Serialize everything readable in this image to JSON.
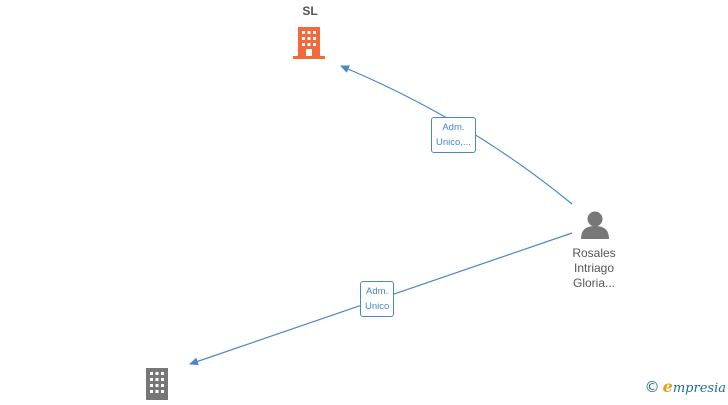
{
  "nodes": {
    "company_top": {
      "label": "SL",
      "color": "#f26a3c",
      "icon": "building-icon"
    },
    "person": {
      "label": [
        "Rosales",
        "Intriago",
        "Gloria..."
      ],
      "color": "#777777",
      "icon": "person-icon"
    },
    "company_bottom": {
      "label": "",
      "color": "#777777",
      "icon": "building-icon"
    }
  },
  "edges": [
    {
      "label": [
        "Adm.",
        "Unico,..."
      ]
    },
    {
      "label": [
        "Adm.",
        "Unico"
      ]
    }
  ],
  "colors": {
    "edge": "#4a86c8"
  },
  "brand": {
    "copyright": "©",
    "initial": "e",
    "rest": "mpresia"
  }
}
